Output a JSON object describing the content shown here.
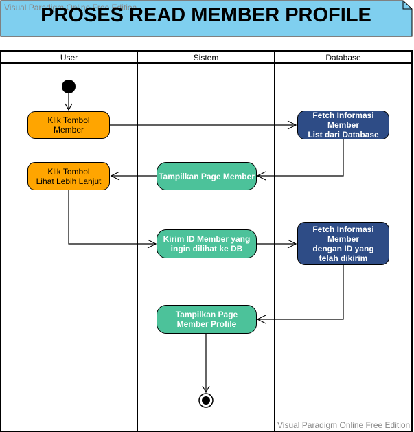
{
  "title": "PROSES READ MEMBER PROFILE",
  "watermark": "Visual Paradigm Online Free Edition",
  "colors": {
    "title_bg": "#7fcfef",
    "user_action": "#ffa500",
    "system_action": "#4cc29a",
    "database_action": "#2e4c86"
  },
  "lanes": [
    {
      "label": "User"
    },
    {
      "label": "Sistem"
    },
    {
      "label": "Database"
    }
  ],
  "nodes": {
    "klik_member": "Klik Tombol\nMember",
    "fetch_list": "Fetch Informasi Member\nList dari Database",
    "tampilkan_page_member": "Tampilkan Page Member",
    "klik_lihat": "Klik Tombol\nLihat Lebih Lanjut",
    "kirim_id": "Kirim ID Member yang\ningin dilihat ke DB",
    "fetch_id": "Fetch Informasi Member\ndengan ID yang\ntelah dikirim",
    "tampilkan_profile": "Tampilkan Page\nMember Profile"
  }
}
